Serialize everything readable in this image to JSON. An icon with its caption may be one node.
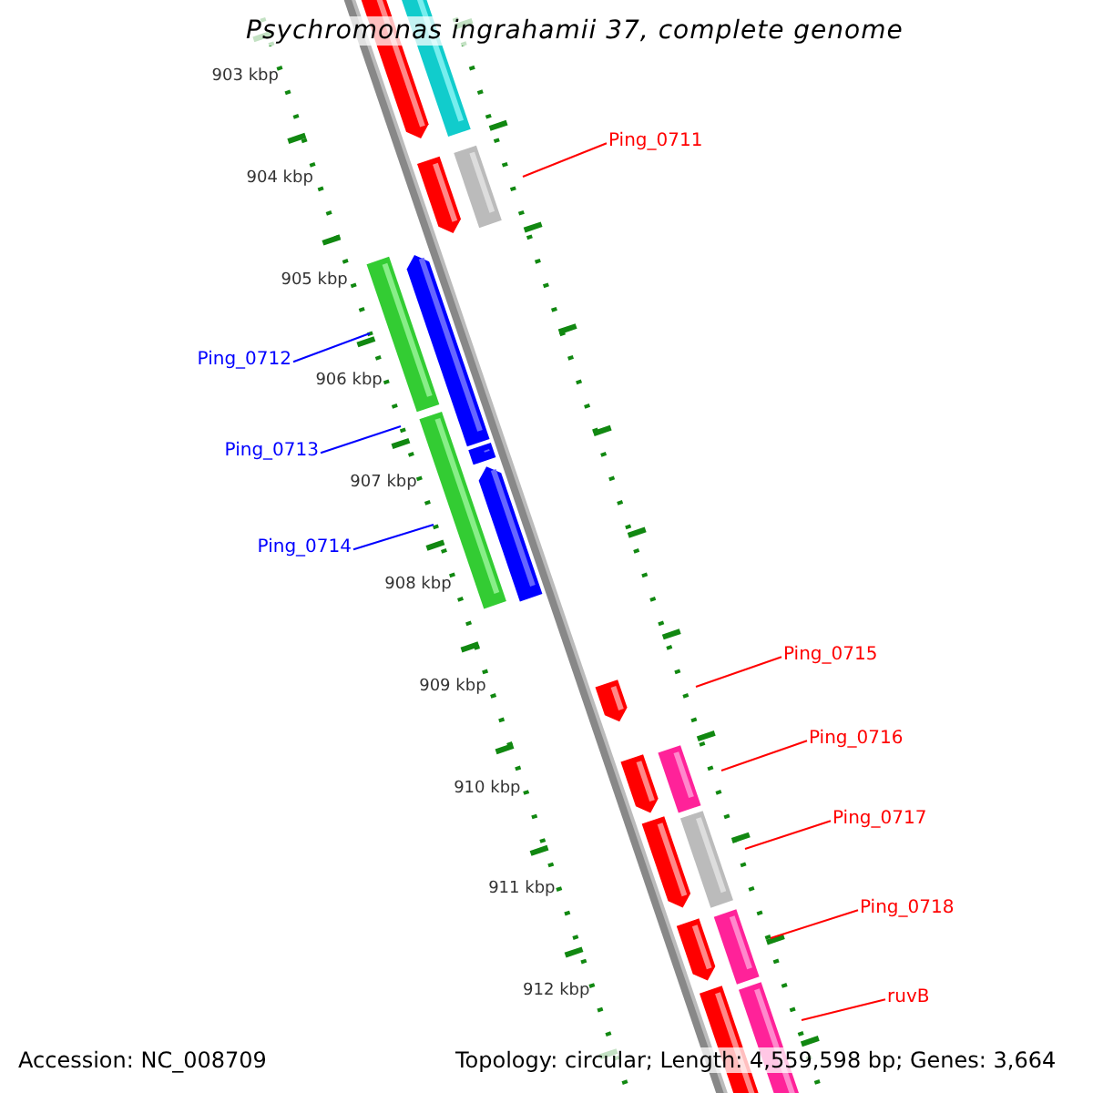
{
  "diagram": {
    "title": "Psychromonas ingrahamii 37, complete genome",
    "nodes": [
      {
        "text": [
          "Ping_0711"
        ]
      },
      {
        "text": [
          "Ping_0712"
        ]
      },
      {
        "text": [
          "Ping_0713"
        ]
      },
      {
        "text": [
          "Ping_0714"
        ]
      },
      {
        "text": [
          "Ping_0715"
        ]
      },
      {
        "text": [
          "Ping_0716"
        ]
      },
      {
        "text": [
          "Ping_0717"
        ]
      },
      {
        "text": [
          "Ping_0718"
        ]
      },
      {
        "text": [
          "ruvB"
        ]
      }
    ],
    "edges": [
      {
        "from": 0,
        "to": null,
        "arrow": "none",
        "color": "#ff0000"
      },
      {
        "from": 1,
        "to": null,
        "arrow": "none",
        "color": "#0000ff"
      },
      {
        "from": 2,
        "to": null,
        "arrow": "none",
        "color": "#0000ff"
      },
      {
        "from": 3,
        "to": null,
        "arrow": "none",
        "color": "#0000ff"
      },
      {
        "from": 4,
        "to": null,
        "arrow": "none",
        "color": "#ff0000"
      },
      {
        "from": 5,
        "to": null,
        "arrow": "none",
        "color": "#ff0000"
      },
      {
        "from": 6,
        "to": null,
        "arrow": "none",
        "color": "#ff0000"
      },
      {
        "from": 7,
        "to": null,
        "arrow": "none",
        "color": "#ff0000"
      },
      {
        "from": 8,
        "to": null,
        "arrow": "none",
        "color": "#ff0000"
      }
    ],
    "labels": [
      "903 kbp",
      "904 kbp",
      "905 kbp",
      "906 kbp",
      "907 kbp",
      "908 kbp",
      "909 kbp",
      "910 kbp",
      "911 kbp",
      "912 kbp",
      "Accession: NC_008709",
      "Topology: circular; Length: 4,559,598 bp; Genes: 3,664"
    ]
  }
}
